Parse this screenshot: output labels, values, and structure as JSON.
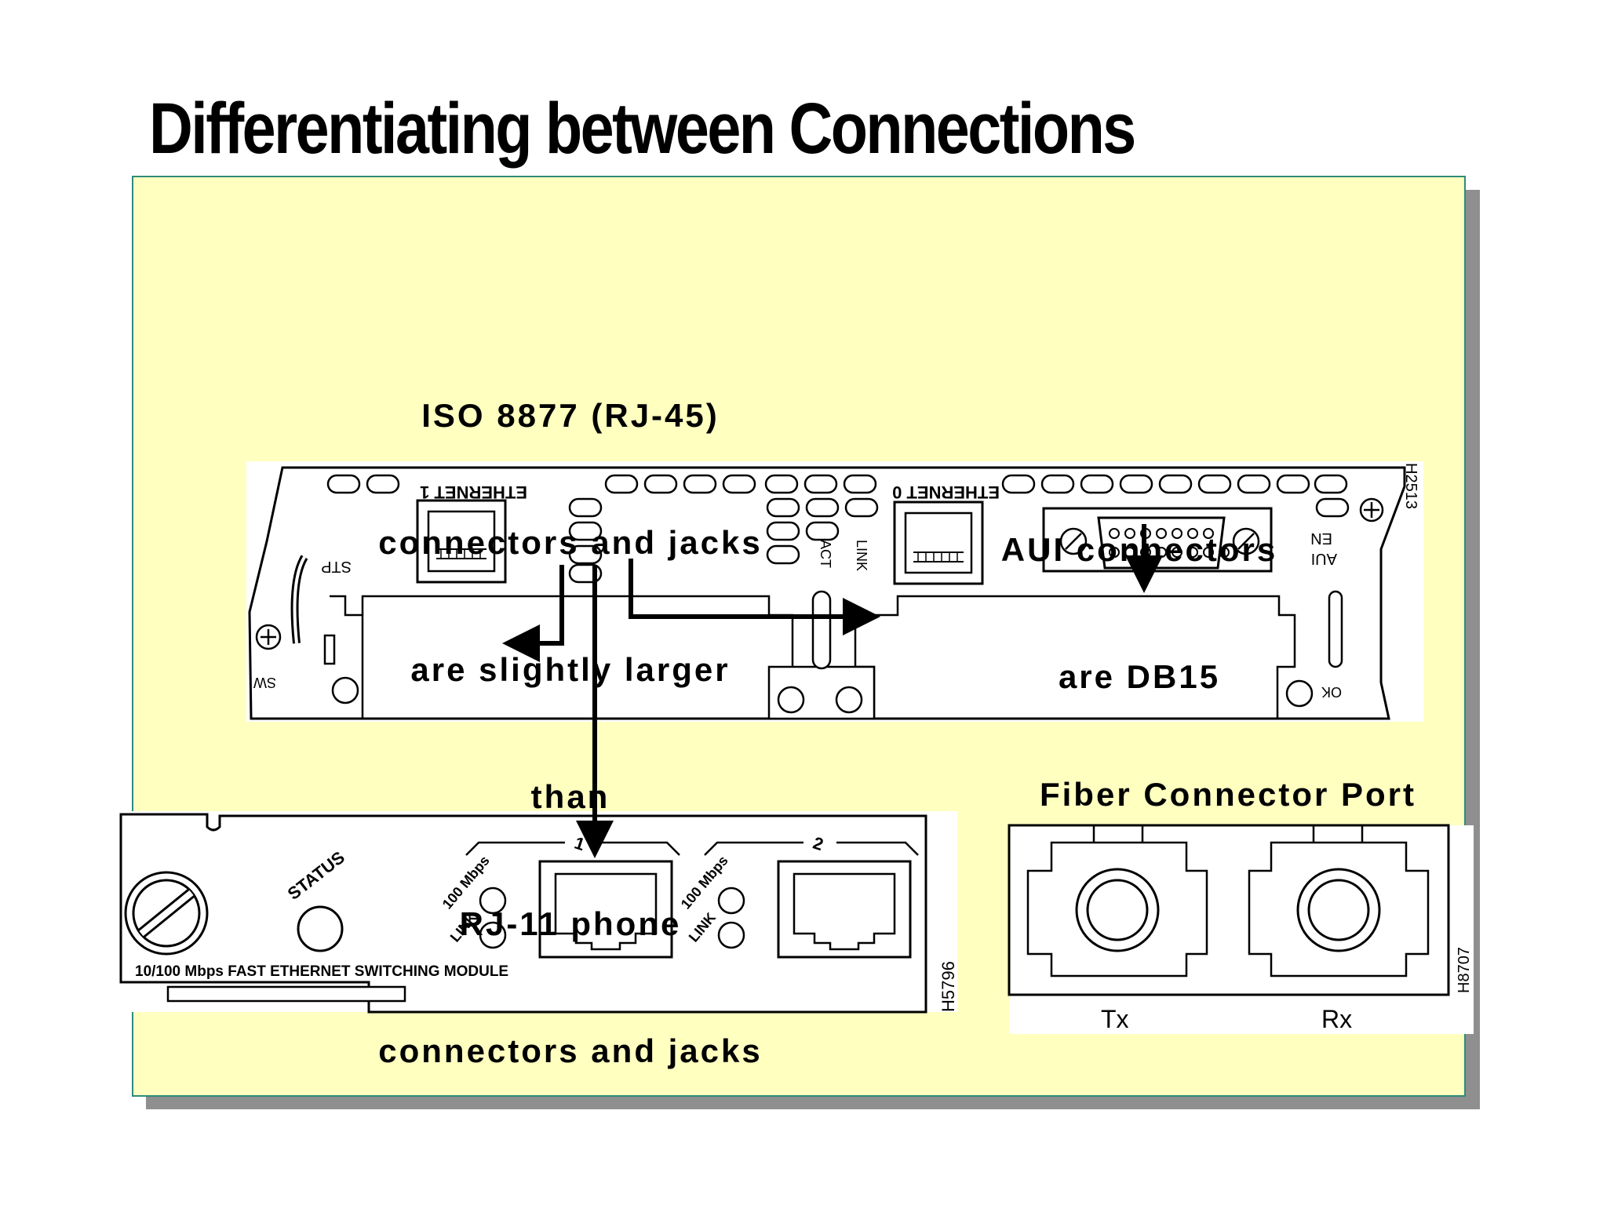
{
  "slide": {
    "title": "Differentiating between Connections",
    "colors": {
      "panel_fill": "#ffffc0",
      "panel_border": "#2e8b7a",
      "shadow": "#8f8f8f"
    }
  },
  "callouts": {
    "rj45_lines": [
      "ISO 8877 (RJ-45)",
      "connectors and jacks",
      "are slightly larger",
      "than",
      "RJ-11 phone",
      "connectors and jacks"
    ],
    "aui_lines": [
      "AUI connectors",
      "are DB15"
    ],
    "fiber": "Fiber Connector Port"
  },
  "router_panel": {
    "ethernet1_label": "ETHERNET 1",
    "ethernet0_label": "ETHERNET 0",
    "stp": "STP",
    "act": "ACT",
    "link": "LINK",
    "en": "EN",
    "aui": "AUI",
    "ok_mark": "OK",
    "sw_mark": "SW",
    "fig_id": "H2513"
  },
  "switch_module": {
    "status": "STATUS",
    "mbps": "100 Mbps",
    "link": "LINK",
    "port1": "1",
    "port2": "2",
    "caption": "10/100 Mbps FAST ETHERNET SWITCHING MODULE",
    "fig_id": "H5796"
  },
  "fiber_port": {
    "tx": "Tx",
    "rx": "Rx",
    "fig_id": "H8707"
  }
}
